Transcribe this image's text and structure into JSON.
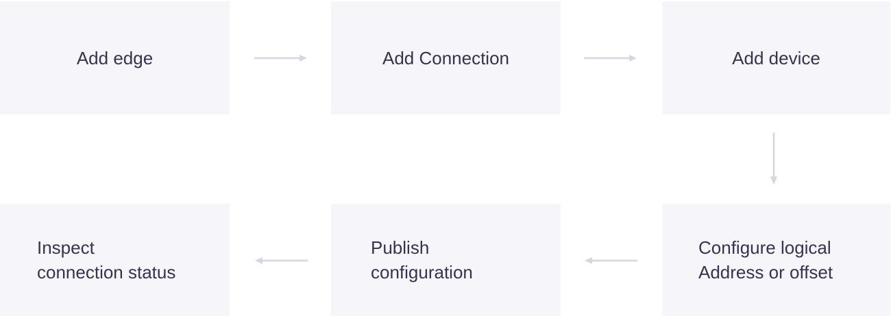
{
  "flow": {
    "steps": [
      {
        "id": "add-edge",
        "label": "Add edge"
      },
      {
        "id": "add-connection",
        "label": "Add Connection"
      },
      {
        "id": "add-device",
        "label": "Add device"
      },
      {
        "id": "configure-address",
        "label": "Configure logical\nAddress or offset"
      },
      {
        "id": "publish-configuration",
        "label": "Publish\nconfiguration"
      },
      {
        "id": "inspect-status",
        "label": "Inspect\nconnection status"
      }
    ]
  },
  "colors": {
    "box_fill": "#f5f5fa",
    "text": "#34344f",
    "arrow": "#d6d6e3"
  }
}
